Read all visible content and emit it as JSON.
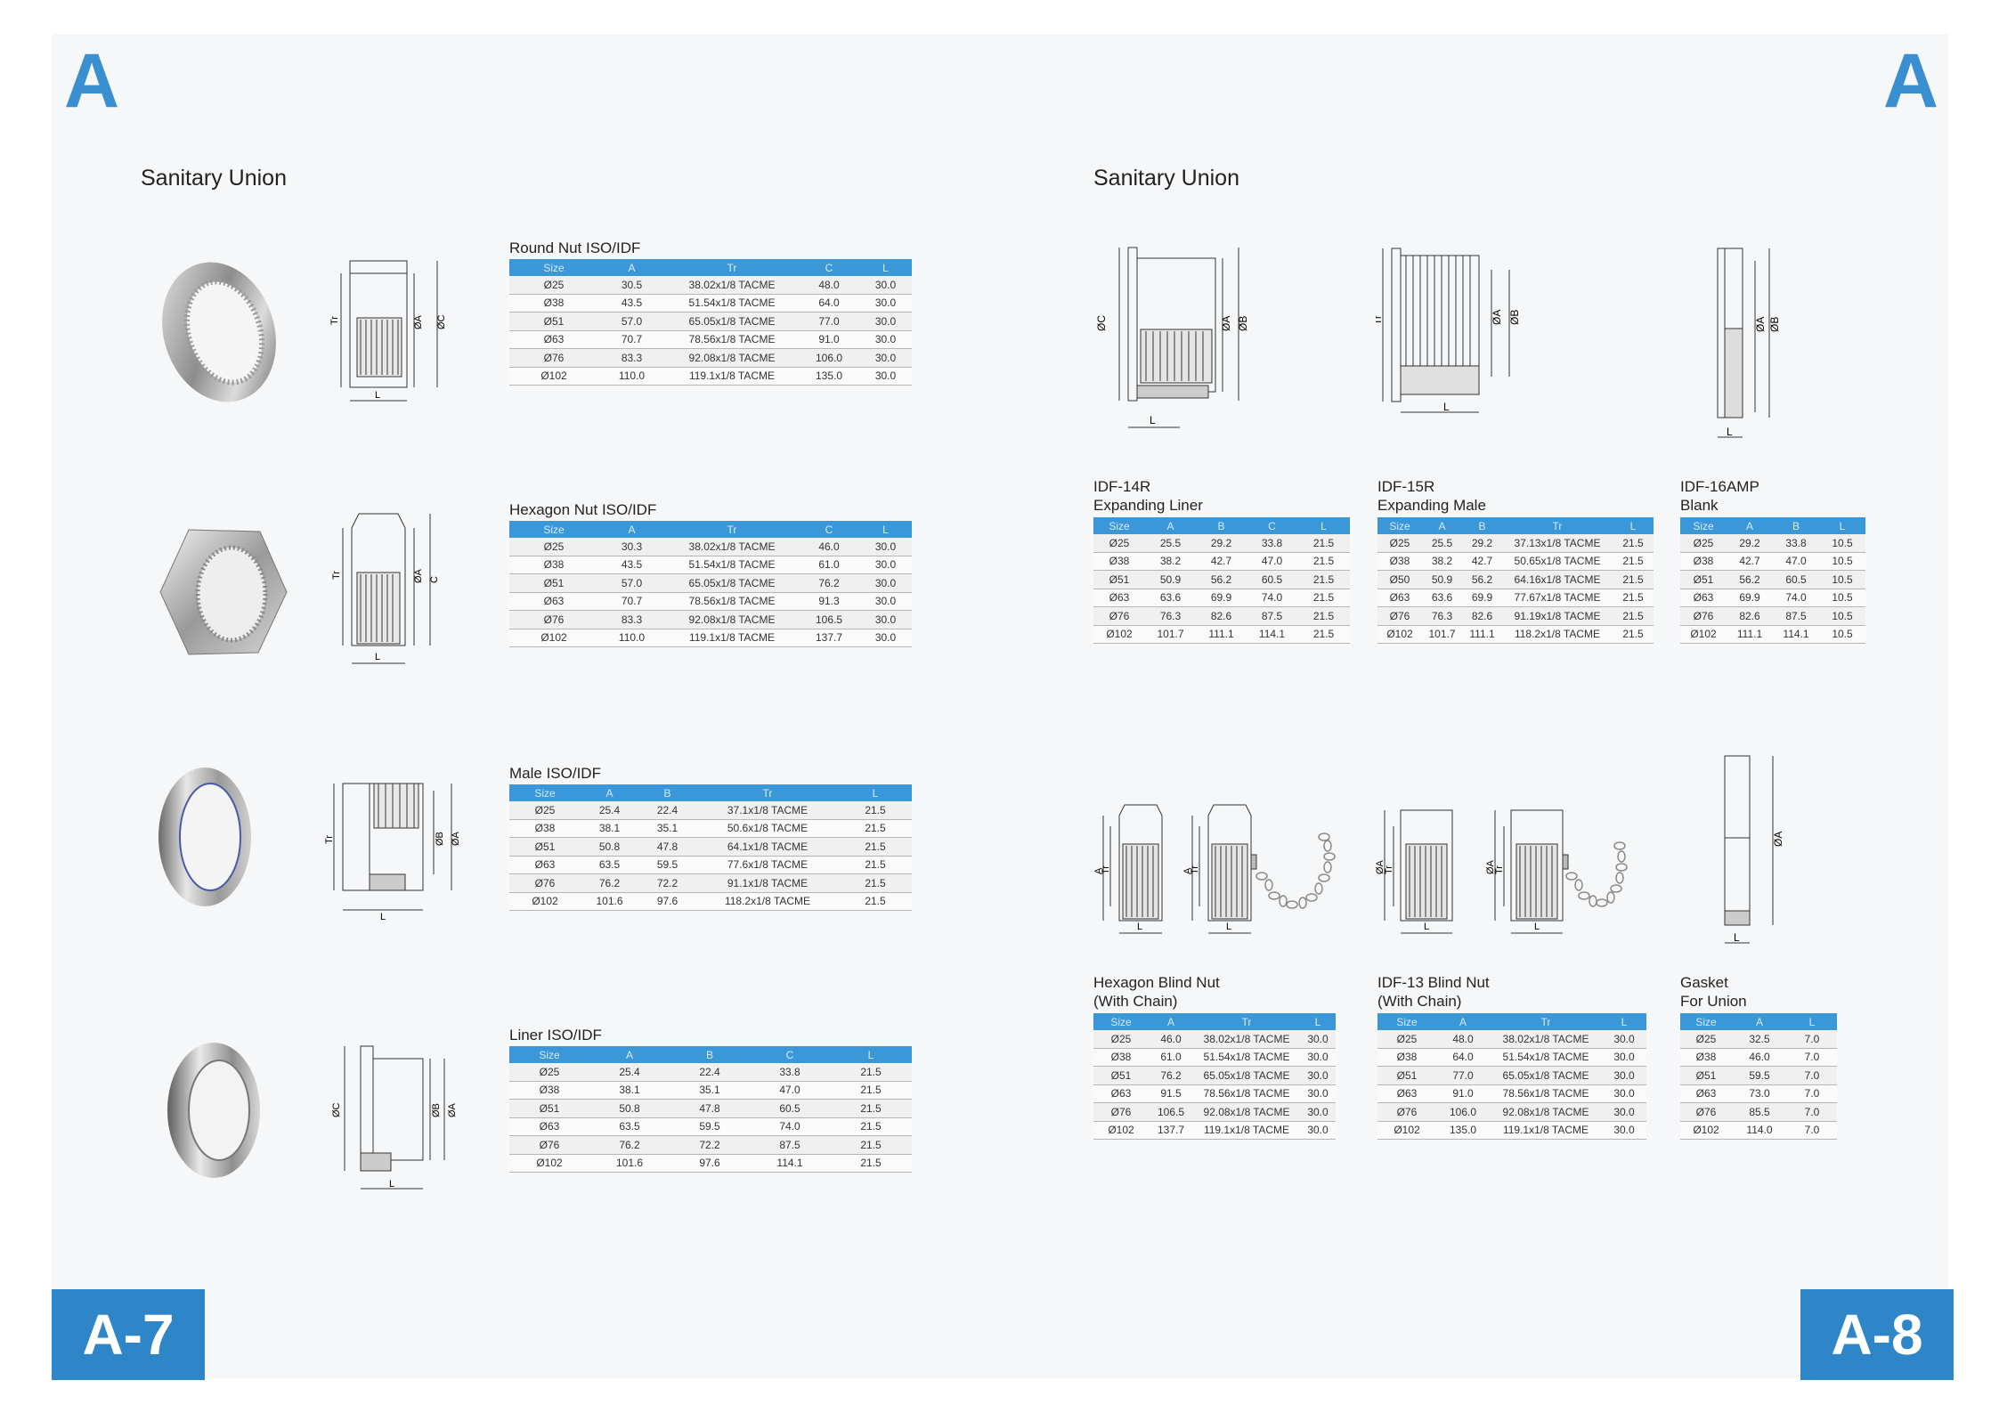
{
  "header": {
    "left_letter": "A",
    "right_letter": "A"
  },
  "footer": {
    "left_page": "A-7",
    "right_page": "A-8"
  },
  "left_page": {
    "title": "Sanitary Union",
    "round_nut": {
      "title": "Round Nut ISO/IDF",
      "columns": [
        "Size",
        "A",
        "Tr",
        "C",
        "L"
      ],
      "rows": [
        [
          "Ø25",
          "30.5",
          "38.02x1/8  TACME",
          "48.0",
          "30.0"
        ],
        [
          "Ø38",
          "43.5",
          "51.54x1/8  TACME",
          "64.0",
          "30.0"
        ],
        [
          "Ø51",
          "57.0",
          "65.05x1/8  TACME",
          "77.0",
          "30.0"
        ],
        [
          "Ø63",
          "70.7",
          "78.56x1/8  TACME",
          "91.0",
          "30.0"
        ],
        [
          "Ø76",
          "83.3",
          "92.08x1/8  TACME",
          "106.0",
          "30.0"
        ],
        [
          "Ø102",
          "110.0",
          "119.1x1/8  TACME",
          "135.0",
          "30.0"
        ]
      ]
    },
    "hexagon_nut": {
      "title": "Hexagon Nut  ISO/IDF",
      "columns": [
        "Size",
        "A",
        "Tr",
        "C",
        "L"
      ],
      "rows": [
        [
          "Ø25",
          "30.3",
          "38.02x1/8  TACME",
          "46.0",
          "30.0"
        ],
        [
          "Ø38",
          "43.5",
          "51.54x1/8  TACME",
          "61.0",
          "30.0"
        ],
        [
          "Ø51",
          "57.0",
          "65.05x1/8  TACME",
          "76.2",
          "30.0"
        ],
        [
          "Ø63",
          "70.7",
          "78.56x1/8  TACME",
          "91.3",
          "30.0"
        ],
        [
          "Ø76",
          "83.3",
          "92.08x1/8  TACME",
          "106.5",
          "30.0"
        ],
        [
          "Ø102",
          "110.0",
          "119.1x1/8  TACME",
          "137.7",
          "30.0"
        ]
      ]
    },
    "male": {
      "title": "Male  ISO/IDF",
      "columns": [
        "Size",
        "A",
        "B",
        "Tr",
        "L"
      ],
      "rows": [
        [
          "Ø25",
          "25.4",
          "22.4",
          "37.1x1/8  TACME",
          "21.5"
        ],
        [
          "Ø38",
          "38.1",
          "35.1",
          "50.6x1/8  TACME",
          "21.5"
        ],
        [
          "Ø51",
          "50.8",
          "47.8",
          "64.1x1/8  TACME",
          "21.5"
        ],
        [
          "Ø63",
          "63.5",
          "59.5",
          "77.6x1/8  TACME",
          "21.5"
        ],
        [
          "Ø76",
          "76.2",
          "72.2",
          "91.1x1/8  TACME",
          "21.5"
        ],
        [
          "Ø102",
          "101.6",
          "97.6",
          "118.2x1/8  TACME",
          "21.5"
        ]
      ]
    },
    "liner": {
      "title": "Liner  ISO/IDF",
      "columns": [
        "Size",
        "A",
        "B",
        "C",
        "L"
      ],
      "rows": [
        [
          "Ø25",
          "25.4",
          "22.4",
          "33.8",
          "21.5"
        ],
        [
          "Ø38",
          "38.1",
          "35.1",
          "47.0",
          "21.5"
        ],
        [
          "Ø51",
          "50.8",
          "47.8",
          "60.5",
          "21.5"
        ],
        [
          "Ø63",
          "63.5",
          "59.5",
          "74.0",
          "21.5"
        ],
        [
          "Ø76",
          "76.2",
          "72.2",
          "87.5",
          "21.5"
        ],
        [
          "Ø102",
          "101.6",
          "97.6",
          "114.1",
          "21.5"
        ]
      ]
    }
  },
  "right_page": {
    "title": "Sanitary Union",
    "idf14r": {
      "title_line1": "IDF-14R",
      "title_line2": "Expanding Liner",
      "columns": [
        "Size",
        "A",
        "B",
        "C",
        "L"
      ],
      "rows": [
        [
          "Ø25",
          "25.5",
          "29.2",
          "33.8",
          "21.5"
        ],
        [
          "Ø38",
          "38.2",
          "42.7",
          "47.0",
          "21.5"
        ],
        [
          "Ø51",
          "50.9",
          "56.2",
          "60.5",
          "21.5"
        ],
        [
          "Ø63",
          "63.6",
          "69.9",
          "74.0",
          "21.5"
        ],
        [
          "Ø76",
          "76.3",
          "82.6",
          "87.5",
          "21.5"
        ],
        [
          "Ø102",
          "101.7",
          "111.1",
          "114.1",
          "21.5"
        ]
      ]
    },
    "idf15r": {
      "title_line1": "IDF-15R",
      "title_line2": "Expanding Male",
      "columns": [
        "Size",
        "A",
        "B",
        "Tr",
        "L"
      ],
      "rows": [
        [
          "Ø25",
          "25.5",
          "29.2",
          "37.13x1/8  TACME",
          "21.5"
        ],
        [
          "Ø38",
          "38.2",
          "42.7",
          "50.65x1/8  TACME",
          "21.5"
        ],
        [
          "Ø50",
          "50.9",
          "56.2",
          "64.16x1/8  TACME",
          "21.5"
        ],
        [
          "Ø63",
          "63.6",
          "69.9",
          "77.67x1/8  TACME",
          "21.5"
        ],
        [
          "Ø76",
          "76.3",
          "82.6",
          "91.19x1/8  TACME",
          "21.5"
        ],
        [
          "Ø102",
          "101.7",
          "111.1",
          "118.2x1/8  TACME",
          "21.5"
        ]
      ]
    },
    "idf16amp": {
      "title_line1": "IDF-16AMP",
      "title_line2": "Blank",
      "columns": [
        "Size",
        "A",
        "B",
        "L"
      ],
      "rows": [
        [
          "Ø25",
          "29.2",
          "33.8",
          "10.5"
        ],
        [
          "Ø38",
          "42.7",
          "47.0",
          "10.5"
        ],
        [
          "Ø51",
          "56.2",
          "60.5",
          "10.5"
        ],
        [
          "Ø63",
          "69.9",
          "74.0",
          "10.5"
        ],
        [
          "Ø76",
          "82.6",
          "87.5",
          "10.5"
        ],
        [
          "Ø102",
          "111.1",
          "114.1",
          "10.5"
        ]
      ]
    },
    "hex_blind_nut": {
      "title_line1": "Hexagon Blind Nut",
      "title_line2": "(With Chain)",
      "columns": [
        "Size",
        "A",
        "Tr",
        "L"
      ],
      "rows": [
        [
          "Ø25",
          "46.0",
          "38.02x1/8  TACME",
          "30.0"
        ],
        [
          "Ø38",
          "61.0",
          "51.54x1/8  TACME",
          "30.0"
        ],
        [
          "Ø51",
          "76.2",
          "65.05x1/8  TACME",
          "30.0"
        ],
        [
          "Ø63",
          "91.5",
          "78.56x1/8  TACME",
          "30.0"
        ],
        [
          "Ø76",
          "106.5",
          "92.08x1/8  TACME",
          "30.0"
        ],
        [
          "Ø102",
          "137.7",
          "119.1x1/8  TACME",
          "30.0"
        ]
      ]
    },
    "idf13_blind_nut": {
      "title_line1": "IDF-13 Blind Nut",
      "title_line2": "(With Chain)",
      "columns": [
        "Size",
        "A",
        "Tr",
        "L"
      ],
      "rows": [
        [
          "Ø25",
          "48.0",
          "38.02x1/8  TACME",
          "30.0"
        ],
        [
          "Ø38",
          "64.0",
          "51.54x1/8  TACME",
          "30.0"
        ],
        [
          "Ø51",
          "77.0",
          "65.05x1/8  TACME",
          "30.0"
        ],
        [
          "Ø63",
          "91.0",
          "78.56x1/8  TACME",
          "30.0"
        ],
        [
          "Ø76",
          "106.0",
          "92.08x1/8  TACME",
          "30.0"
        ],
        [
          "Ø102",
          "135.0",
          "119.1x1/8  TACME",
          "30.0"
        ]
      ]
    },
    "gasket": {
      "title_line1": "Gasket",
      "title_line2": "For Union",
      "columns": [
        "Size",
        "A",
        "L"
      ],
      "rows": [
        [
          "Ø25",
          "32.5",
          "7.0"
        ],
        [
          "Ø38",
          "46.0",
          "7.0"
        ],
        [
          "Ø51",
          "59.5",
          "7.0"
        ],
        [
          "Ø63",
          "73.0",
          "7.0"
        ],
        [
          "Ø76",
          "85.5",
          "7.0"
        ],
        [
          "Ø102",
          "114.0",
          "7.0"
        ]
      ]
    }
  },
  "drawing_labels": {
    "tr": "Tr",
    "l": "L",
    "a": "A",
    "c": "C",
    "dia_a": "ØA",
    "dia_b": "ØB",
    "dia_c": "ØC"
  },
  "colors": {
    "accent": "#3a8fd0",
    "table_header": "#3a97d8",
    "page_box": "#2e86c8"
  }
}
